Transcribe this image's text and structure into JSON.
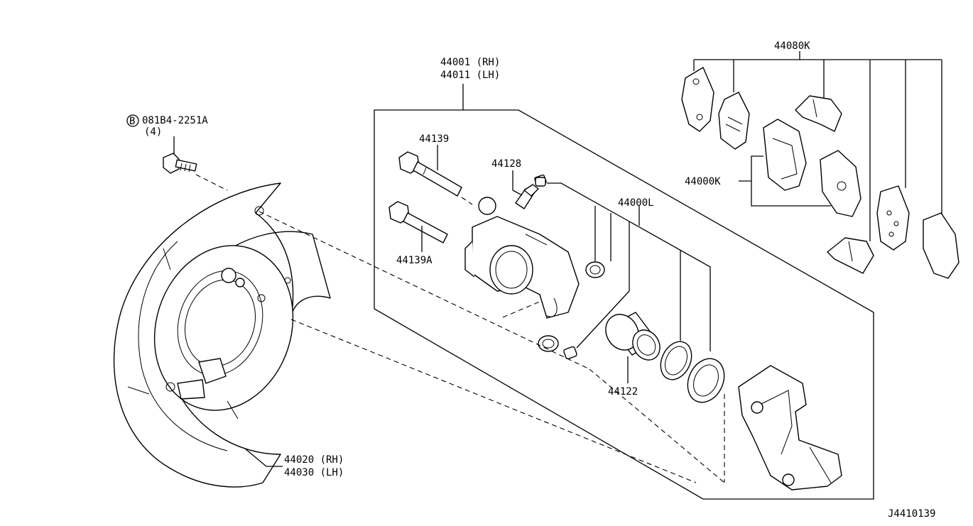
{
  "callouts": {
    "caliper_rh": "44001 (RH)",
    "caliper_lh": "44011 (LH)",
    "bolt_ref": "081B4-2251A",
    "bolt_ref_prefix": "B",
    "bolt_qty": "(4)",
    "pin_bolt": "44139",
    "pin_bolt_a": "44139A",
    "bleeder": "44128",
    "seal_kit": "44000L",
    "piston": "44122",
    "plate_rh": "44020 (RH)",
    "plate_lh": "44030 (LH)",
    "hardware_kit": "44080K",
    "pad_kit": "44000K",
    "figure_code": "J4410139"
  }
}
